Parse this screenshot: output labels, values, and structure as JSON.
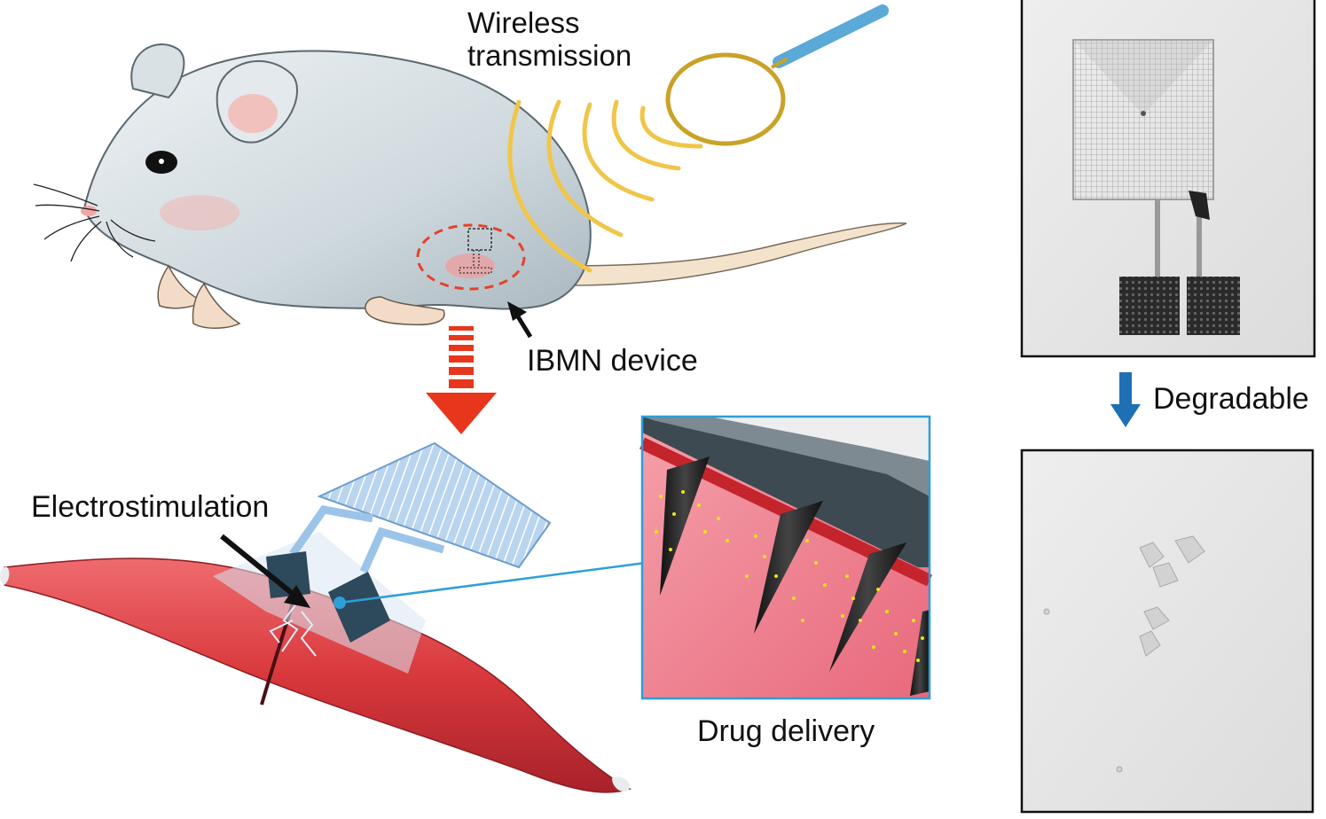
{
  "labels": {
    "wireless_line1": "Wireless",
    "wireless_line2": "transmission",
    "ibmn_device": "IBMN device",
    "electrostimulation": "Electrostimulation",
    "drug_delivery": "Drug delivery",
    "degradable": "Degradable"
  },
  "colors": {
    "mouse_body": "#d6dfe3",
    "mouse_skin": "#f2dcc8",
    "wave": "#f0c64a",
    "coil_ring": "#c9a227",
    "coil_handle": "#5aa9d6",
    "dashed_marker": "#e8402a",
    "arrow_red": "#e8361c",
    "muscle": "#d93a3e",
    "device_blue": "#9cc4e8",
    "inset_border": "#2e9fd8",
    "tissue_pink": "#f07c8c",
    "drug_particles": "#e8e81a",
    "degrade_arrow": "#1f6fb5"
  }
}
